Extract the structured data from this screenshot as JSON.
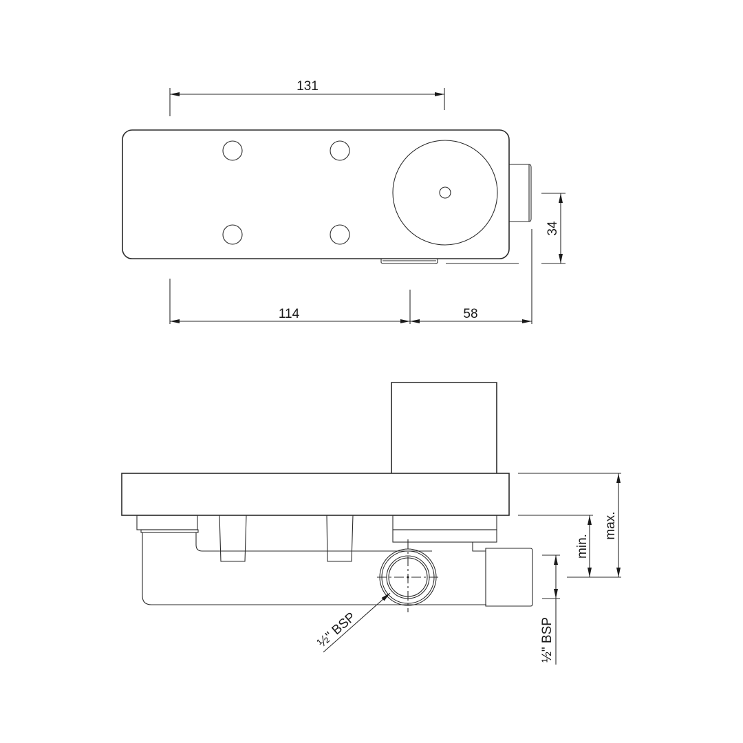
{
  "drawing": {
    "title": "Concealed valve body technical drawing",
    "views": [
      "top-view",
      "side-view"
    ],
    "background_color": "#ffffff",
    "line_color": "#2a2a2a"
  },
  "top_view": {
    "dimensions": {
      "overall_hole_span": "131",
      "base_to_valve_center": "114",
      "valve_center_to_outlet": "58",
      "outlet_offset": "34"
    },
    "features": [
      "mounting-hole-1",
      "mounting-hole-2",
      "mounting-hole-3",
      "mounting-hole-4",
      "valve-disc",
      "valve-spindle",
      "side-outlet",
      "bottom-outlet"
    ]
  },
  "side_view": {
    "labels": {
      "min": "min.",
      "max": "max.",
      "inlet_thread": "½\" BSP",
      "outlet_thread": "½\" BSP"
    },
    "features": [
      "cover-plate",
      "valve-cartridge",
      "mounting-studs",
      "pipe-body",
      "inlet-port",
      "outlet-port"
    ]
  }
}
